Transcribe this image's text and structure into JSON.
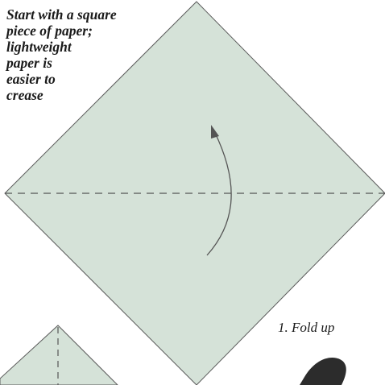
{
  "instructions": {
    "intro_lines": [
      "Start with a square",
      "piece of paper;",
      "lightweight",
      "paper is",
      "easier to",
      "crease"
    ],
    "step_label": "1. Fold up"
  },
  "colors": {
    "paper_fill": "#d5e2d8",
    "paper_outline": "#5a5a5a",
    "fold_line": "#555555",
    "arrow": "#555555",
    "text": "#1a1a1a",
    "smudge": "#1a1a1a"
  },
  "icons": {
    "fold_arrow": "curved-arrow-up",
    "fold_line": "dashed-valley-fold"
  }
}
